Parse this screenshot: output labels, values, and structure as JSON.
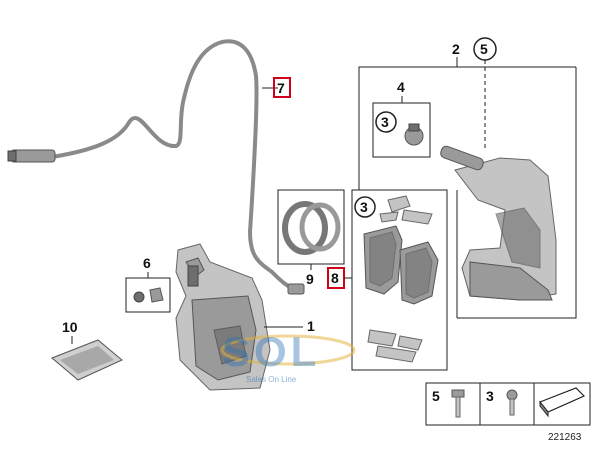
{
  "diagram_id": "221263",
  "callouts": {
    "caliper": "1",
    "carrier_assembly": "2",
    "guide_bolt_pad": "3",
    "guide_bolt_carrier": "3",
    "bolt_kit_box": "4",
    "carrier_bolt": "5",
    "bleeder_kit": "6",
    "wear_sensor": "7",
    "brake_pad_set": "8",
    "piston_seal_kit": "9",
    "grease_pack": "10"
  },
  "legend_keys": {
    "item_a": "5",
    "item_b": "3"
  },
  "watermark": {
    "logo_text": "SOL",
    "tagline": "Sales On Line"
  },
  "colors": {
    "highlight_box": "#d0021b",
    "accent_blue": "#2a6fb5"
  }
}
